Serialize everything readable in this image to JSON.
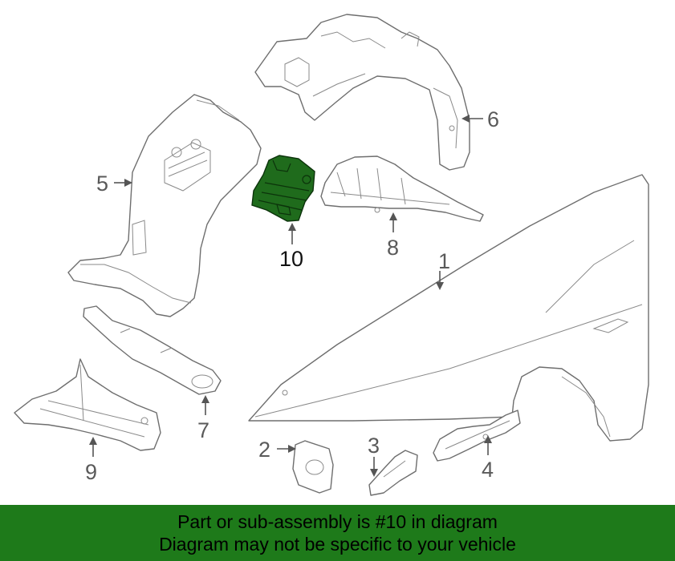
{
  "diagram": {
    "callouts": {
      "c1": "1",
      "c2": "2",
      "c3": "3",
      "c4": "4",
      "c5": "5",
      "c6": "6",
      "c7": "7",
      "c8": "8",
      "c9": "9",
      "c10": "10"
    },
    "highlighted_part": "10",
    "highlight_color": "#1f6b1c"
  },
  "banner": {
    "line1": "Part or sub-assembly is #10 in diagram",
    "line2": "Diagram may not be specific to your vehicle",
    "background_color": "#1e7a1a"
  }
}
